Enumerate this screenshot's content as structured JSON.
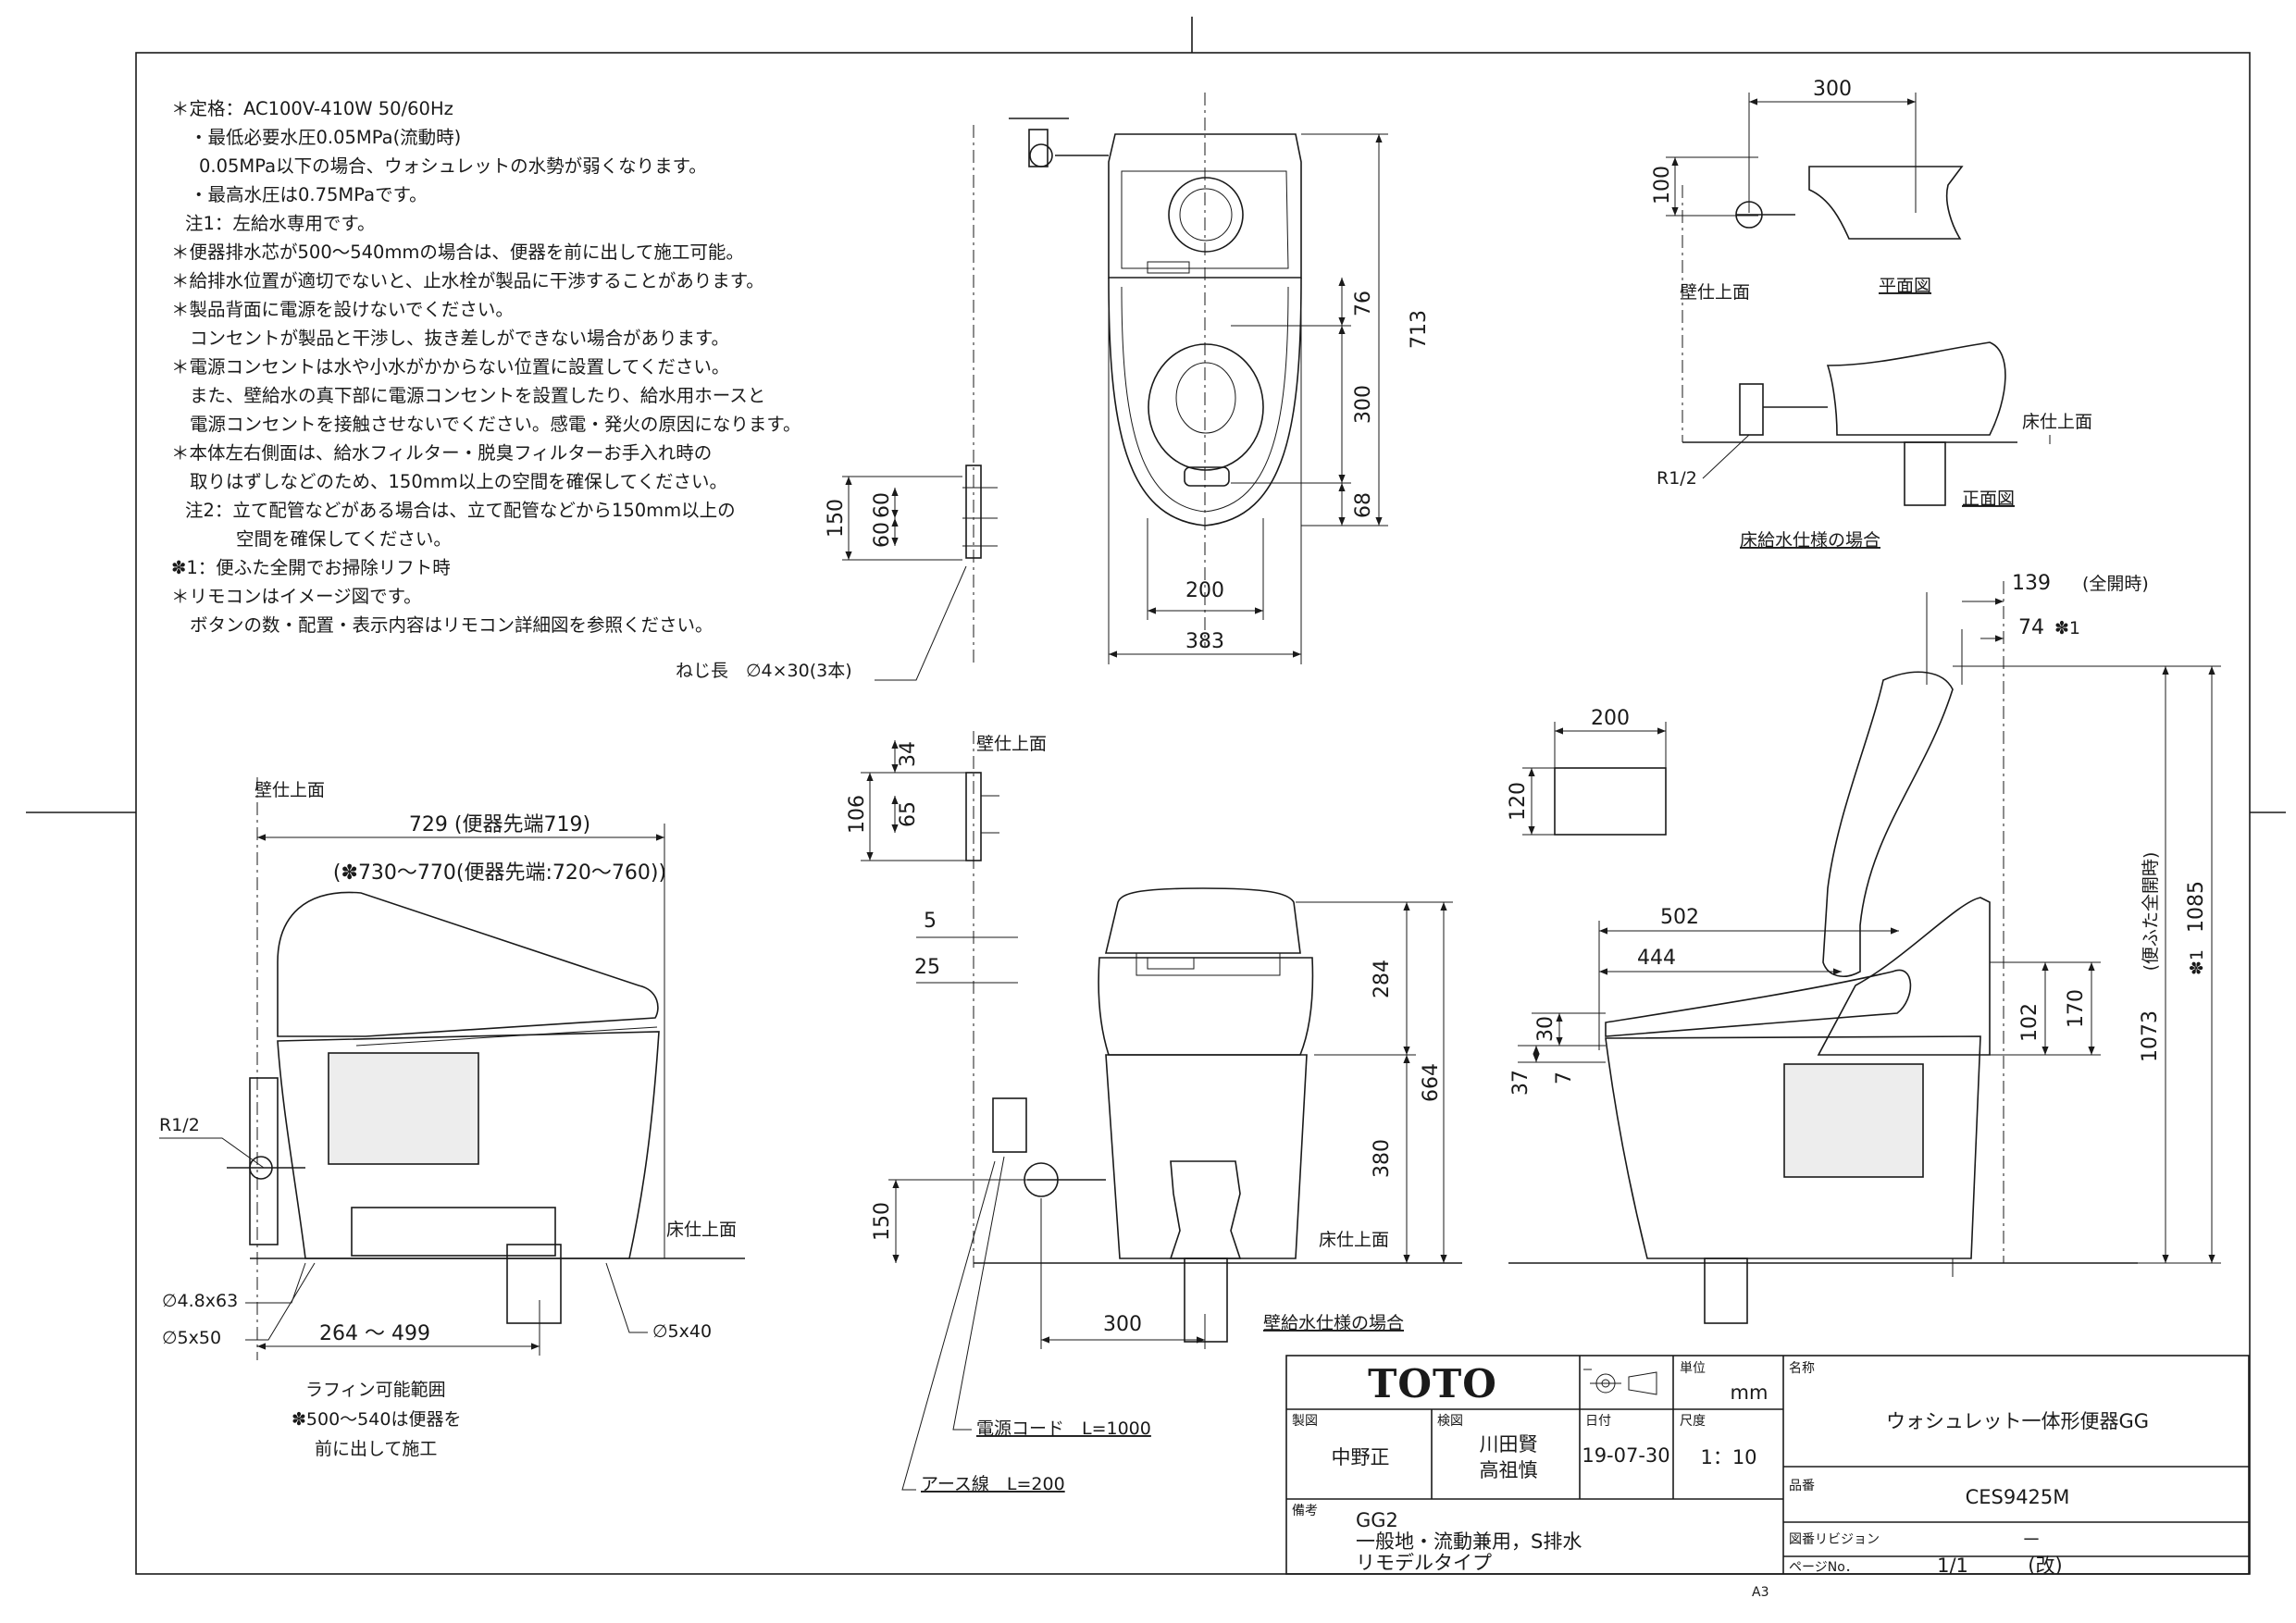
{
  "notes": [
    "＊定格：AC100V-410W 50/60Hz",
    "・最低必要水圧0.05MPa(流動時)",
    "0.05MPa以下の場合、ウォシュレットの水勢が弱くなります。",
    "・最高水圧は0.75MPaです。",
    "注1：左給水専用です。",
    "＊便器排水芯が500～540mmの場合は、便器を前に出して施工可能。",
    "＊給排水位置が適切でないと、止水栓が製品に干渉することがあります。",
    "＊製品背面に電源を設けないでください。",
    "コンセントが製品と干渉し、抜き差しができない場合があります。",
    "＊電源コンセントは水や小水がかからない位置に設置してください。",
    "また、壁給水の真下部に電源コンセントを設置したり、給水用ホースと",
    "電源コンセントを接触させないでください。感電・発火の原因になります。",
    "＊本体左右側面は、給水フィルター・脱臭フィルターお手入れ時の",
    "取りはずしなどのため、150mm以上の空間を確保してください。",
    "注2：立て配管などがある場合は、立て配管などから150mm以上の",
    "空間を確保してください。",
    "✽1：便ふた全開でお掃除リフト時",
    "＊リモコンはイメージ図です。",
    "ボタンの数・配置・表示内容はリモコン詳細図を参照ください。"
  ],
  "labels": {
    "wall_surface": "壁仕上面",
    "floor_surface": "床仕上面",
    "plan_view": "平面図",
    "front_view": "正面図",
    "floor_supply_case": "床給水仕様の場合",
    "wall_supply_case": "壁給水仕様の場合",
    "screw_length": "ねじ長　∅4×30(3本)",
    "power_cord": "電源コード　L=1000",
    "earth_wire": "アース線　L=200",
    "r12": "R1/2",
    "phi_48x63": "∅4.8x63",
    "phi_5x50": "∅5x50",
    "phi_5x40": "∅5x40",
    "raffin_1": "ラフィン可能範囲",
    "raffin_2": "✽500～540は便器を",
    "raffin_3": "前に出して施工",
    "lid_open_full": "(全開時)",
    "lid_open_side": "(便ふた全開時)",
    "mark_1": "✽1",
    "paper_size": "A3"
  },
  "dims": {
    "top_713": "713",
    "top_76": "76",
    "top_300": "300",
    "top_68": "68",
    "top_200": "200",
    "top_383": "383",
    "bracket_150": "150",
    "bracket_60a": "60",
    "bracket_60b": "60",
    "plan_300": "300",
    "plan_100": "100",
    "side_729": "729 (便器先端719)",
    "side_730": "(✽730～770(便器先端:720～760))",
    "side_264": "264 ～ 499",
    "front_34": "34",
    "front_106": "106",
    "front_65": "65",
    "front_5": "5",
    "front_25": "25",
    "front_150": "150",
    "front_300": "300",
    "front_284": "284",
    "front_664": "664",
    "front_380": "380",
    "remote_200": "200",
    "remote_120": "120",
    "r_139": "139",
    "r_74": "74",
    "r_502": "502",
    "r_444": "444",
    "r_30": "30",
    "r_7": "7",
    "r_37": "37",
    "r_102": "102",
    "r_170": "170",
    "r_1073": "1073",
    "r_1085": "1085"
  },
  "title_block": {
    "logo": "TOTO",
    "unit_label": "単位",
    "unit": "mm",
    "name_label": "名称",
    "name": "ウォシュレット一体形便器GG",
    "drafter_label": "製図",
    "drafter": "中野正",
    "checker_label": "検図",
    "checker_1": "川田賢",
    "checker_2": "高祖慎",
    "date_label": "日付",
    "date": "19-07-30",
    "scale_label": "尺度",
    "scale": "1：10",
    "model_label": "品番",
    "model": "CES9425M",
    "remarks_label": "備考",
    "remarks_1": "GG2",
    "remarks_2": "一般地・流動兼用，S排水",
    "remarks_3": "リモデルタイプ",
    "revision_label": "図番リビジョン",
    "revision": "－",
    "page_label": "ページNo．",
    "page": "1/1",
    "version": "(改)"
  }
}
